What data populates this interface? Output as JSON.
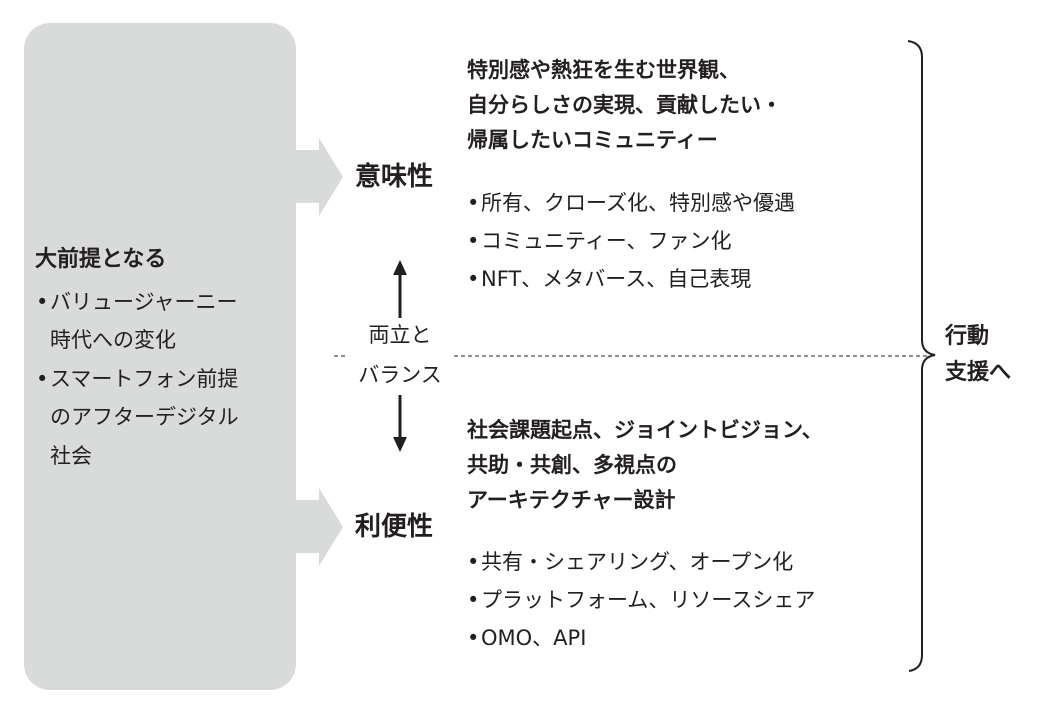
{
  "premise": {
    "title": "大前提となる",
    "bullets": [
      {
        "lines": [
          "バリュージャーニー",
          "時代への変化"
        ]
      },
      {
        "lines": [
          "スマートフォン前提",
          "のアフターデジタル",
          "社会"
        ]
      }
    ]
  },
  "bullet_symbol": "•",
  "meaning": {
    "label": "意味性",
    "heading_lines": [
      "特別感や熱狂を生む世界観、",
      "自分らしさの実現、貢献したい・",
      "帰属したいコミュニティー"
    ],
    "bullets": [
      "所有、クローズ化、特別感や優遇",
      "コミュニティー、ファン化",
      "NFT、メタバース、自己表現"
    ]
  },
  "balance": {
    "lines": [
      "両立と",
      "バランス"
    ]
  },
  "convenience": {
    "label": "利便性",
    "heading_lines": [
      "社会課題起点、ジョイントビジョン、",
      "共助・共創、多視点の",
      "アーキテクチャー設計"
    ],
    "bullets": [
      "共有・シェアリング、オープン化",
      "プラットフォーム、リソースシェア",
      "OMO、API"
    ]
  },
  "action": {
    "lines": [
      "行動",
      "支援へ"
    ]
  },
  "colors": {
    "panel": "#d9dada",
    "text": "#231f20"
  }
}
